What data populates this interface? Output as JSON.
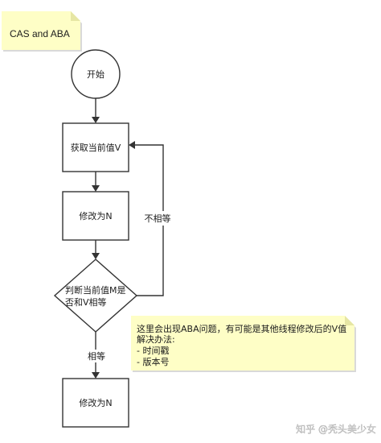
{
  "notes": {
    "title": "CAS and ABA",
    "aba": {
      "lines": [
        "这里会出现ABA问题，有可能是其他线程修改后的V值",
        "解决办法:",
        "- 时间戳",
        "- 版本号"
      ]
    }
  },
  "flow": {
    "start": "开始",
    "get_value": "获取当前值V",
    "modify_first": "修改为N",
    "decision_line_1": "判断当前值M是",
    "decision_line_2": "否和V相等",
    "modify_second": "修改为N",
    "edge_not_equal": "不相等",
    "edge_equal": "相等"
  },
  "watermark": "知乎 @秃头美少女",
  "colors": {
    "note_fill": "#fefec6",
    "note_fold": "#e6e6a4",
    "stroke": "#333333"
  }
}
